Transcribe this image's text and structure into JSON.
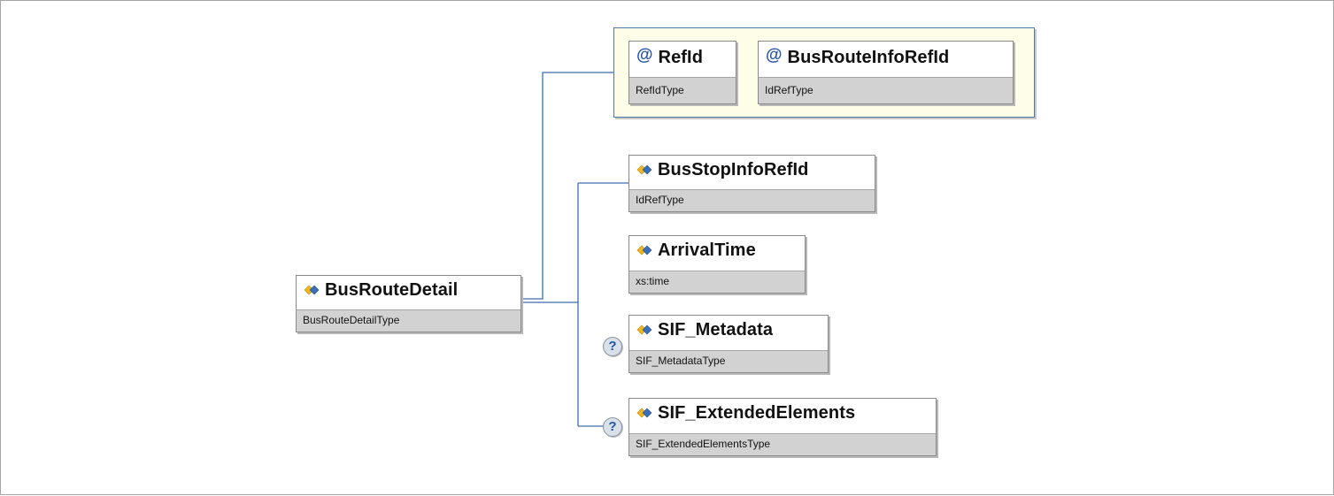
{
  "root": {
    "name": "BusRouteDetail",
    "type": "BusRouteDetailType"
  },
  "attributes": [
    {
      "symbol": "@",
      "name": "RefId",
      "type": "RefIdType"
    },
    {
      "symbol": "@",
      "name": "BusRouteInfoRefId",
      "type": "IdRefType"
    }
  ],
  "elements": [
    {
      "name": "BusStopInfoRefId",
      "type": "IdRefType",
      "optional": false
    },
    {
      "name": "ArrivalTime",
      "type": "xs:time",
      "optional": false
    },
    {
      "name": "SIF_Metadata",
      "type": "SIF_MetadataType",
      "optional": true,
      "optional_symbol": "?"
    },
    {
      "name": "SIF_ExtendedElements",
      "type": "SIF_ExtendedElementsType",
      "optional": true,
      "optional_symbol": "?"
    }
  ],
  "colors": {
    "connector": "#3c6eae",
    "attribute_group_border": "#4f78a6",
    "attribute_group_fill": "#fdfde8",
    "type_band": "#d2d2d2"
  },
  "icons": {
    "element": "element-diamond-icon",
    "attribute": "at-sign-icon",
    "optional": "question-mark-icon"
  }
}
